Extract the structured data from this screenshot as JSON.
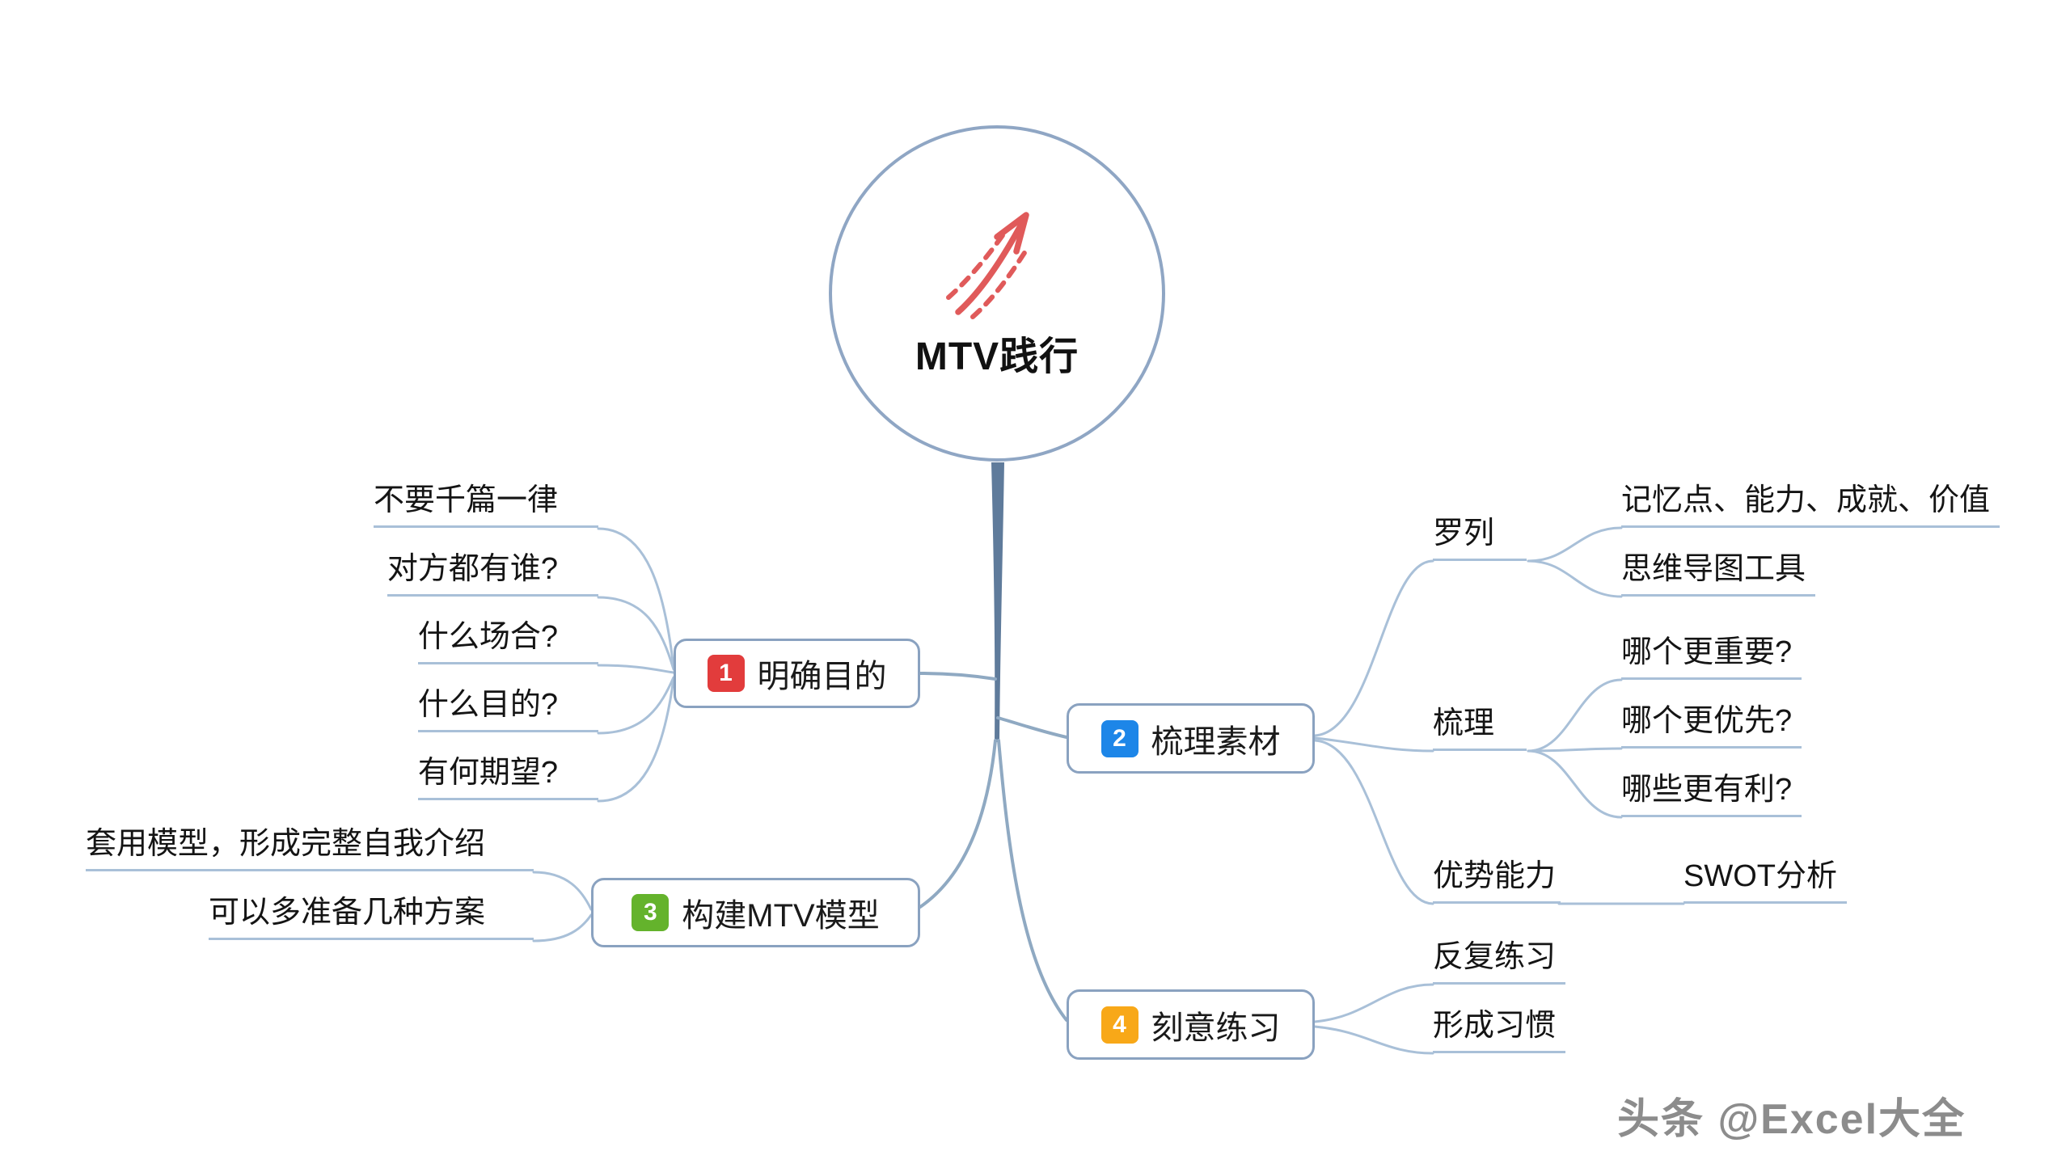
{
  "central": {
    "label": "MTV践行",
    "icon": "sketch-rising-arrow"
  },
  "branches": [
    {
      "badge": "1",
      "badge_color": "#e23c3c",
      "label": "明确目的",
      "children": [
        {
          "label": "不要千篇一律"
        },
        {
          "label": "对方都有谁?"
        },
        {
          "label": "什么场合?"
        },
        {
          "label": "什么目的?"
        },
        {
          "label": "有何期望?"
        }
      ]
    },
    {
      "badge": "2",
      "badge_color": "#1d86e8",
      "label": "梳理素材",
      "children": [
        {
          "label": "罗列",
          "children": [
            {
              "label": "记忆点、能力、成就、价值"
            },
            {
              "label": "思维导图工具"
            }
          ]
        },
        {
          "label": "梳理",
          "children": [
            {
              "label": "哪个更重要?"
            },
            {
              "label": "哪个更优先?"
            },
            {
              "label": "哪些更有利?"
            }
          ]
        },
        {
          "label": "优势能力",
          "children": [
            {
              "label": "SWOT分析"
            }
          ]
        }
      ]
    },
    {
      "badge": "3",
      "badge_color": "#64b32c",
      "label": "构建MTV模型",
      "children": [
        {
          "label": "套用模型，形成完整自我介绍"
        },
        {
          "label": "可以多准备几种方案"
        }
      ]
    },
    {
      "badge": "4",
      "badge_color": "#f8a818",
      "label": "刻意练习",
      "children": [
        {
          "label": "反复练习"
        },
        {
          "label": "形成习惯"
        }
      ]
    }
  ],
  "watermark": "头条 @Excel大全",
  "colors": {
    "trunk": "#5f7b9b",
    "branch_line": "#8fa9c2",
    "child_line": "#a9c0d8",
    "node_border": "#8aa2c0",
    "circle_border": "#8fa6c4",
    "arrow_icon": "#e05a5a",
    "badge_1": "#e23c3c",
    "badge_2": "#1d86e8",
    "badge_3": "#64b32c",
    "badge_4": "#f8a818",
    "watermark": "#8c8c8c"
  }
}
